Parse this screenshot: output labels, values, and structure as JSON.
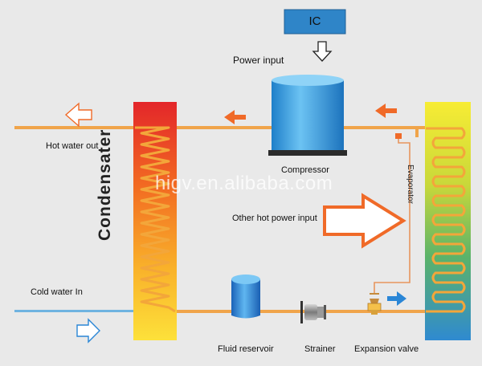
{
  "labels": {
    "ic": "IC",
    "power_input": "Power input",
    "hot_water_out": "Hot water out",
    "compressor": "Compressor",
    "condensater": "Condensater",
    "evaporator": "Evaporator",
    "other_hot_power_input": "Other hot power input",
    "cold_water_in": "Cold water In",
    "fluid_reservoir": "Fluid reservoir",
    "strainer": "Strainer",
    "expansion_valve": "Expansion valve",
    "watermark": "higv.en.alibaba.com"
  },
  "colors": {
    "background": "#e9e9e9",
    "ic_box": "#2f85c8",
    "pipe_orange": "#f0a44a",
    "pipe_blue": "#6fb3e0",
    "flow_arrow": "#f06a28",
    "blue_arrow": "#2a86d6",
    "compressor": "#49a9e6",
    "reservoir": "#2f86d8"
  },
  "icons": [
    "down-arrow-icon",
    "left-arrow-icon",
    "right-arrow-icon"
  ]
}
